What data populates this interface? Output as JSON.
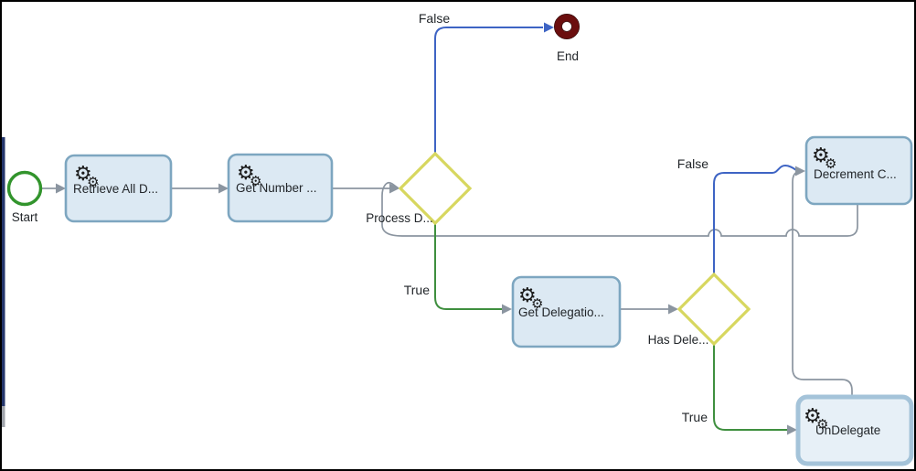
{
  "diagram": {
    "nodes": {
      "start": {
        "label": "Start"
      },
      "retrieve_all": {
        "label": "Retrieve All D..."
      },
      "get_number": {
        "label": "Get Number ..."
      },
      "process_decision": {
        "label": "Process D..."
      },
      "end": {
        "label": "End"
      },
      "get_delegation": {
        "label": "Get Delegatio..."
      },
      "has_delegation": {
        "label": "Has Dele..."
      },
      "decrement_counter": {
        "label": "Decrement C..."
      },
      "undelegate": {
        "label": "UnDelegate"
      }
    },
    "edge_labels": {
      "process_decision_false": "False",
      "process_decision_true": "True",
      "has_delegation_false": "False",
      "has_delegation_true": "True"
    },
    "icons": {
      "service_task_gear": "⚙"
    }
  },
  "colors": {
    "edge_gray": "#8b95a0",
    "edge_blue": "#3e64c4",
    "edge_green": "#3f8f3f",
    "task_fill": "#dce9f3",
    "task_border": "#7da6c0",
    "selected_task_fill": "#e7f0f7",
    "selected_task_border": "#a4c3d9",
    "gateway_border": "#d7d75f",
    "start_border": "#32942c",
    "end_border": "#6b0e0e",
    "label_color": "#22262a",
    "icon_color": "#1c1c1c",
    "strip_navy": "#24356b",
    "strip_gray": "#a0a4ab"
  }
}
